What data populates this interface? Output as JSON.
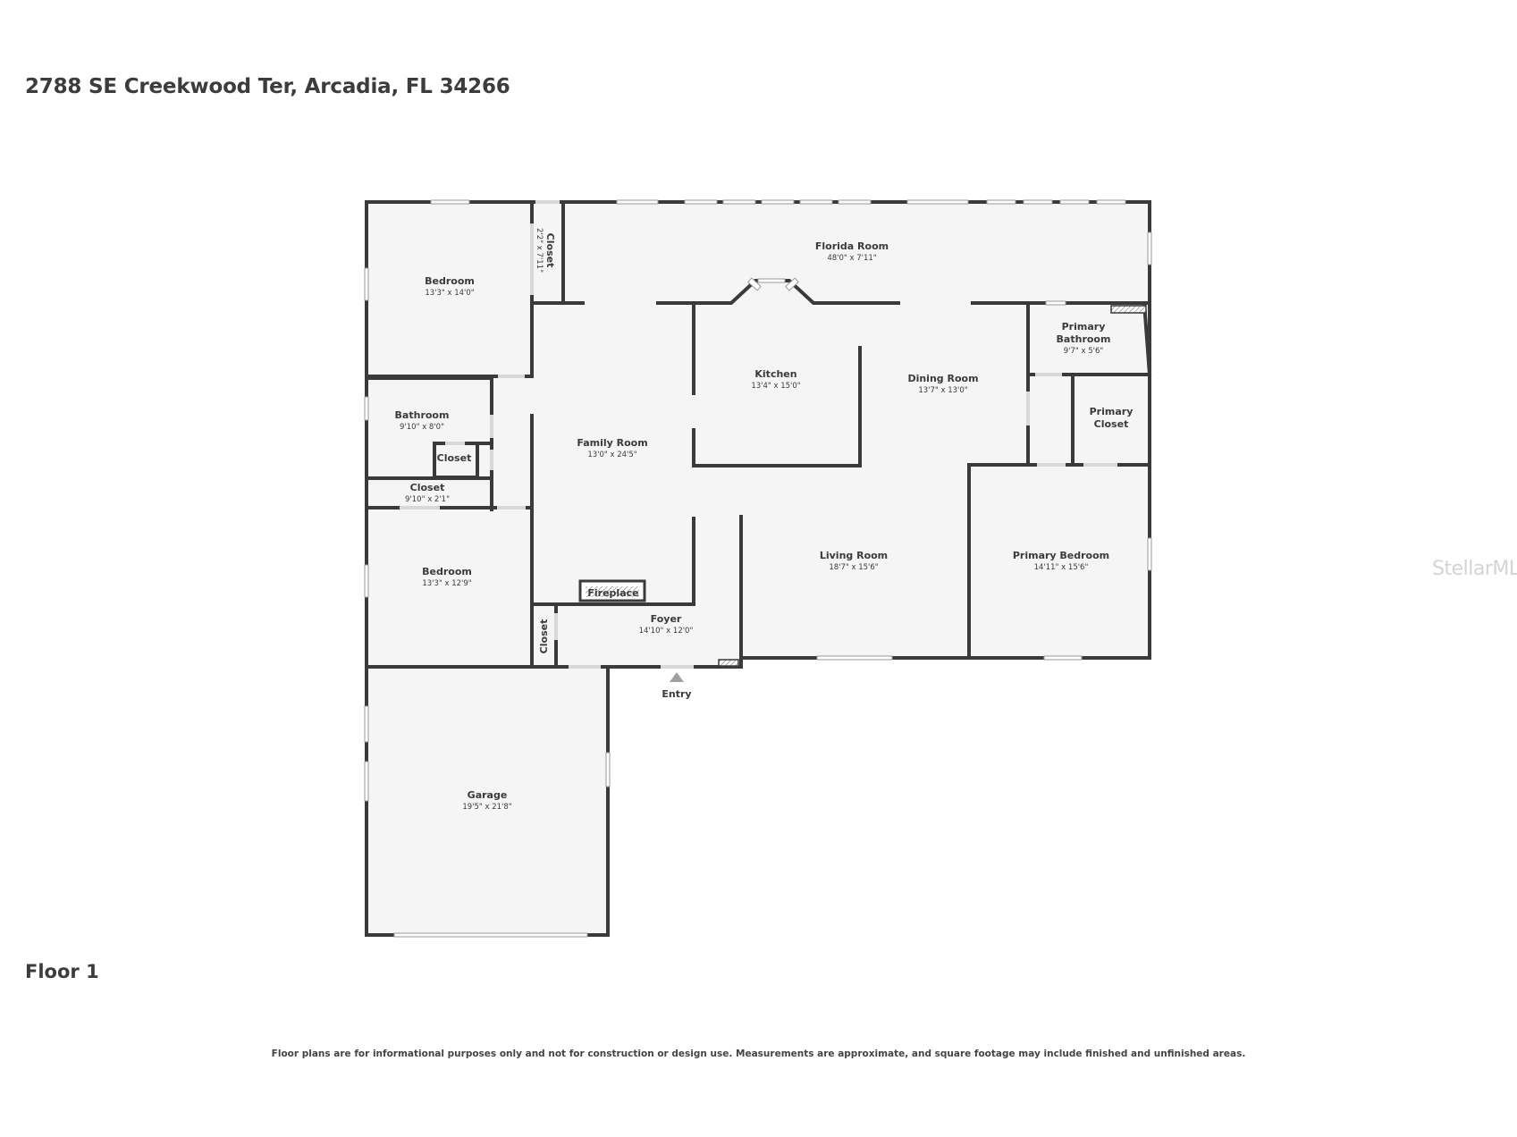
{
  "header": {
    "address": "2788 SE Creekwood Ter, Arcadia, FL 34266"
  },
  "floor": {
    "label": "Floor 1"
  },
  "footer": {
    "disclaimer": "Floor plans are for informational purposes only and not for construction or design use. Measurements are approximate, and square footage may include finished and unfinished areas."
  },
  "watermark": {
    "text": "StellarMLS"
  },
  "rooms": {
    "bedroom_nw": {
      "name": "Bedroom",
      "dims": "13'3\" x 14'0\""
    },
    "closet_top": {
      "name": "Closet",
      "dims": "2'2\" x 7'11\""
    },
    "florida_room": {
      "name": "Florida Room",
      "dims": "48'0\" x 7'11\""
    },
    "primary_bathroom": {
      "name1": "Primary",
      "name2": "Bathroom",
      "dims": "9'7\" x 5'6\""
    },
    "kitchen": {
      "name": "Kitchen",
      "dims": "13'4\" x 15'0\""
    },
    "dining_room": {
      "name": "Dining Room",
      "dims": "13'7\" x 13'0\""
    },
    "bathroom": {
      "name": "Bathroom",
      "dims": "9'10\" x 8'0\""
    },
    "closet_bath": {
      "name": "Closet"
    },
    "family_room": {
      "name": "Family Room",
      "dims": "13'0\" x 24'5\""
    },
    "primary_closet": {
      "name1": "Primary",
      "name2": "Closet"
    },
    "closet_hall": {
      "name": "Closet",
      "dims": "9'10\" x 2'1\""
    },
    "bedroom_sw": {
      "name": "Bedroom",
      "dims": "13'3\" x 12'9\""
    },
    "living_room": {
      "name": "Living Room",
      "dims": "18'7\" x 15'6\""
    },
    "primary_bedroom": {
      "name": "Primary Bedroom",
      "dims": "14'11\" x 15'6\""
    },
    "fireplace": {
      "name": "Fireplace"
    },
    "foyer": {
      "name": "Foyer",
      "dims": "14'10\" x 12'0\""
    },
    "closet_foyer": {
      "name": "Closet"
    },
    "garage": {
      "name": "Garage",
      "dims": "19'5\" x 21'8\""
    }
  },
  "entry": {
    "label": "Entry"
  },
  "colors": {
    "floor": "#f5f5f5",
    "wall": "#3a3a3a",
    "text": "#3a3a3a",
    "watermark": "#d4d4d4"
  }
}
